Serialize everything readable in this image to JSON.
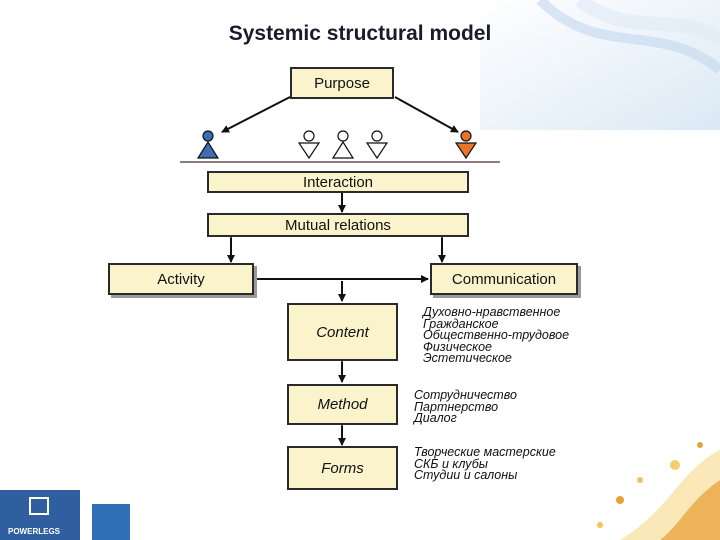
{
  "title": "Systemic structural model",
  "boxes": {
    "purpose": "Purpose",
    "interaction": "Interaction",
    "mutual_relations": "Mutual relations",
    "activity": "Activity",
    "communication": "Communication",
    "content": "Content",
    "method": "Method",
    "forms": "Forms"
  },
  "content_items": [
    "Духовно-нравственное",
    "Гражданское",
    "Общественно-трудовое",
    "Физическое",
    "Эстетическое"
  ],
  "method_items": [
    "Сотрудничество",
    "Партнерство",
    "Диалог"
  ],
  "forms_items": [
    "Творческие мастерские",
    "СКБ и клубы",
    "Студии и салоны"
  ],
  "logo": "POWERLEGS",
  "colors": {
    "box_fill": "#fbf3cc",
    "left_figure": "#3a6fb5",
    "right_figure": "#e8742a"
  }
}
